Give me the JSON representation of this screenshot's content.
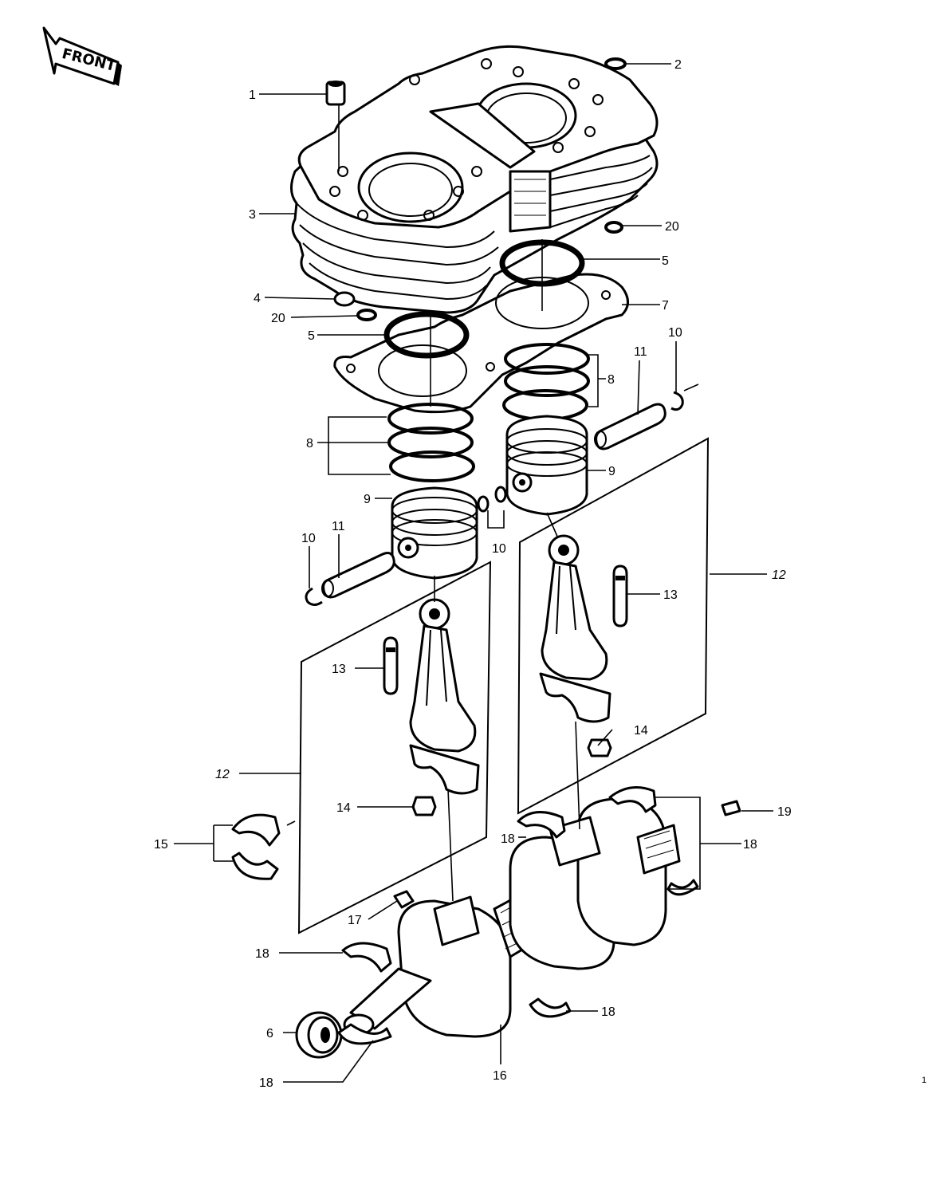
{
  "badge": {
    "text": "FRONT"
  },
  "page_number": "1",
  "callouts": {
    "c1": "1",
    "c2": "2",
    "c3": "3",
    "c4": "4",
    "c5a": "5",
    "c5b": "5",
    "c6": "6",
    "c7": "7",
    "c8a": "8",
    "c8b": "8",
    "c9a": "9",
    "c9b": "9",
    "c10a": "10",
    "c10b": "10",
    "c10c": "10",
    "c11a": "11",
    "c11b": "11",
    "c12a": "12",
    "c12b": "12",
    "c13a": "13",
    "c13b": "13",
    "c14a": "14",
    "c14b": "14",
    "c15": "15",
    "c16": "16",
    "c17": "17",
    "c18a": "18",
    "c18b": "18",
    "c18c": "18",
    "c18d": "18",
    "c18e": "18",
    "c19": "19",
    "c20a": "20",
    "c20b": "20"
  }
}
